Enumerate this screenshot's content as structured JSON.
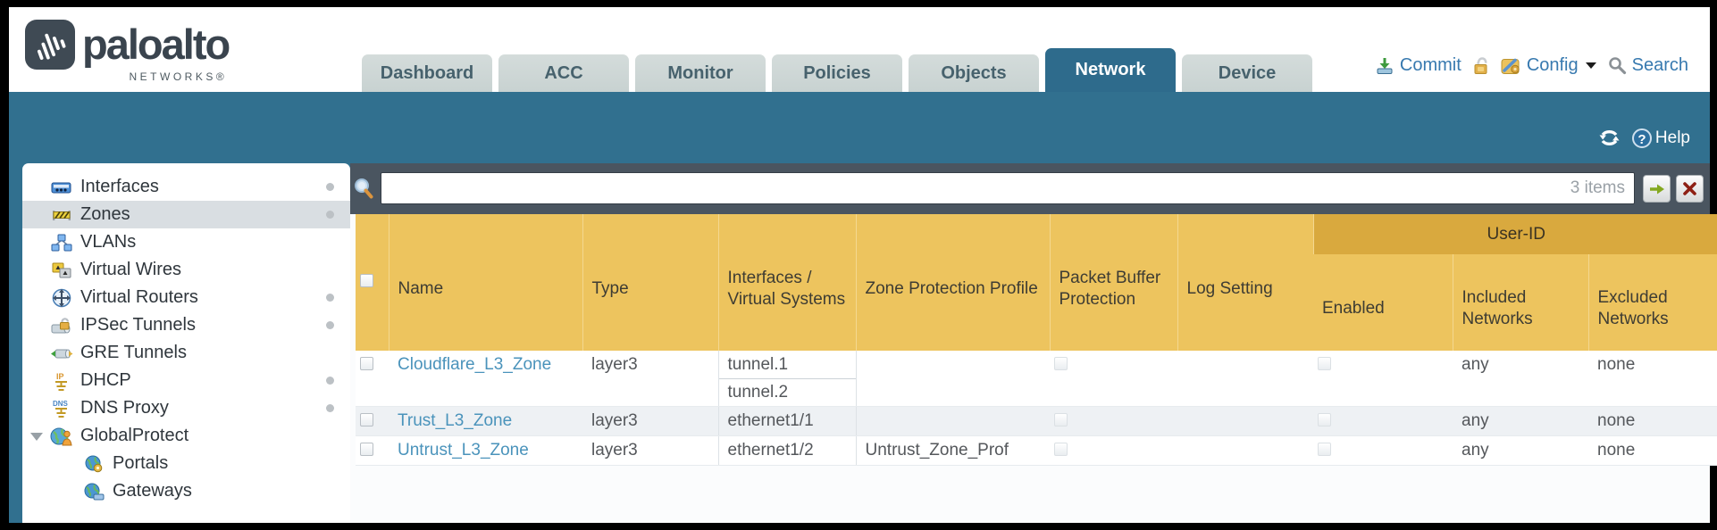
{
  "brand": {
    "name": "paloalto",
    "subtitle": "NETWORKS®"
  },
  "tabs": [
    {
      "label": "Dashboard",
      "active": false
    },
    {
      "label": "ACC",
      "active": false
    },
    {
      "label": "Monitor",
      "active": false
    },
    {
      "label": "Policies",
      "active": false
    },
    {
      "label": "Objects",
      "active": false
    },
    {
      "label": "Network",
      "active": true
    },
    {
      "label": "Device",
      "active": false
    }
  ],
  "toolbar": {
    "commit": "Commit",
    "config": "Config",
    "search": "Search"
  },
  "band": {
    "help": "Help"
  },
  "sidebar": {
    "items": [
      {
        "label": "Interfaces",
        "has_dot": true,
        "selected": false
      },
      {
        "label": "Zones",
        "has_dot": true,
        "selected": true
      },
      {
        "label": "VLANs",
        "has_dot": false,
        "selected": false
      },
      {
        "label": "Virtual Wires",
        "has_dot": false,
        "selected": false
      },
      {
        "label": "Virtual Routers",
        "has_dot": true,
        "selected": false
      },
      {
        "label": "IPSec Tunnels",
        "has_dot": true,
        "selected": false
      },
      {
        "label": "GRE Tunnels",
        "has_dot": false,
        "selected": false
      },
      {
        "label": "DHCP",
        "has_dot": true,
        "selected": false
      },
      {
        "label": "DNS Proxy",
        "has_dot": true,
        "selected": false
      },
      {
        "label": "GlobalProtect",
        "has_dot": false,
        "selected": false,
        "expanded": true
      },
      {
        "label": "Portals",
        "has_dot": false,
        "selected": false,
        "child": true
      },
      {
        "label": "Gateways",
        "has_dot": false,
        "selected": false,
        "child": true
      }
    ]
  },
  "filter": {
    "count": "3 items"
  },
  "table": {
    "group_header": "User-ID",
    "columns": [
      "Name",
      "Type",
      "Interfaces / Virtual Systems",
      "Zone Protection Profile",
      "Packet Buffer Protection",
      "Log Setting",
      "Enabled",
      "Included Networks",
      "Excluded Networks"
    ],
    "rows": [
      {
        "name": "Cloudflare_L3_Zone",
        "type": "layer3",
        "interfaces": [
          "tunnel.1",
          "tunnel.2"
        ],
        "zone_protection_profile": "",
        "log_setting": "",
        "included_networks": "any",
        "excluded_networks": "none"
      },
      {
        "name": "Trust_L3_Zone",
        "type": "layer3",
        "interfaces": [
          "ethernet1/1"
        ],
        "zone_protection_profile": "",
        "log_setting": "",
        "included_networks": "any",
        "excluded_networks": "none"
      },
      {
        "name": "Untrust_L3_Zone",
        "type": "layer3",
        "interfaces": [
          "ethernet1/2"
        ],
        "zone_protection_profile": "Untrust_Zone_Prof",
        "log_setting": "",
        "included_networks": "any",
        "excluded_networks": "none"
      }
    ]
  },
  "colors": {
    "teal_band": "#31708f",
    "active_tab": "#2e6b8c",
    "header_gold": "#edc45e",
    "user_id_gold": "#d9a93e",
    "content_slate": "#4a5560",
    "link_blue": "#4a93bb",
    "toolbar_link_blue": "#3779af"
  }
}
